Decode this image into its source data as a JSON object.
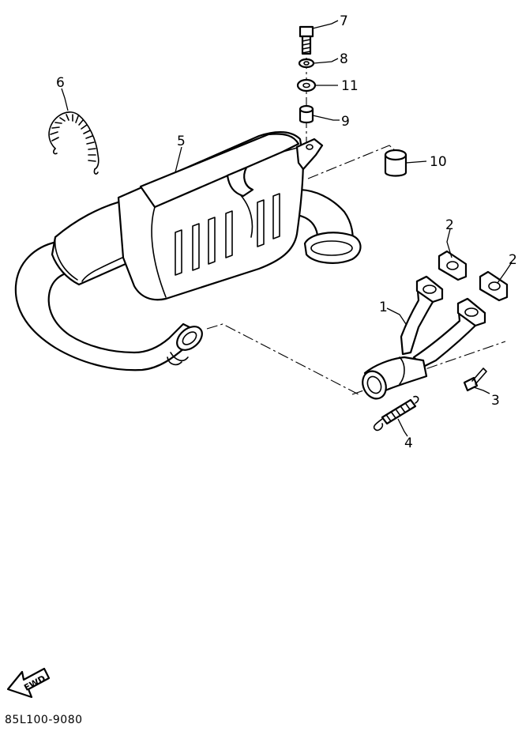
{
  "diagram_code": "85L100-9080",
  "fwd_label": "FWD",
  "callouts": {
    "c1": "1",
    "c2a": "2",
    "c2b": "2",
    "c3": "3",
    "c4": "4",
    "c5": "5",
    "c6": "6",
    "c7": "7",
    "c8": "8",
    "c9": "9",
    "c10": "10",
    "c11": "11"
  }
}
